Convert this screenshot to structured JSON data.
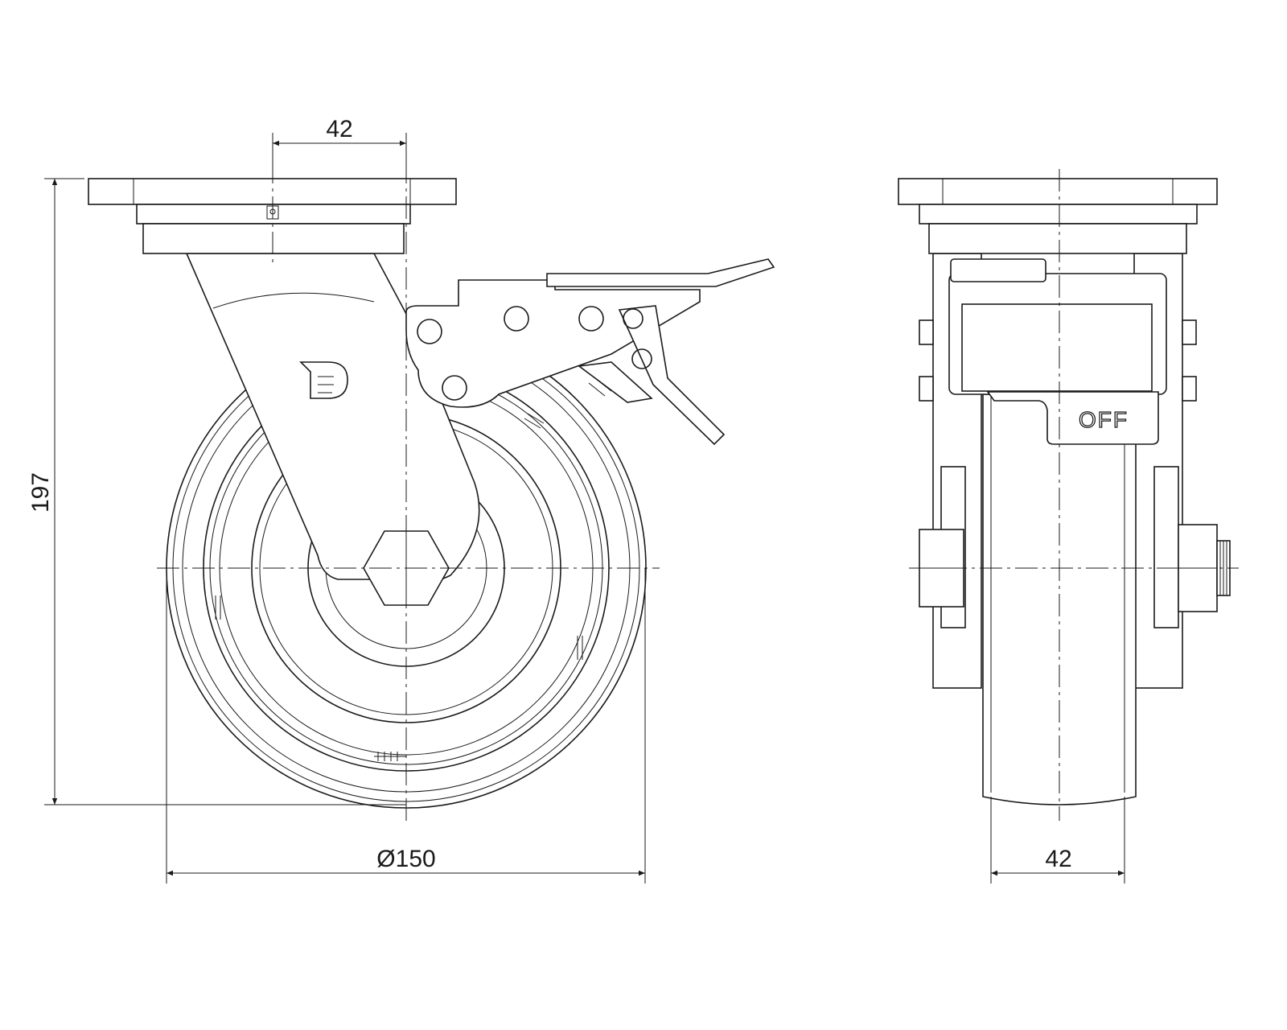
{
  "drawing": {
    "title": "Swivel caster with total brake",
    "side_view": {
      "dim_offset": "42",
      "dim_height": "197",
      "dim_diameter": "Ø150",
      "logo_letter": "D"
    },
    "front_view": {
      "dim_width": "42",
      "brake_label": "OFF"
    },
    "line_color": "#1a1a1a",
    "background": "#ffffff"
  }
}
